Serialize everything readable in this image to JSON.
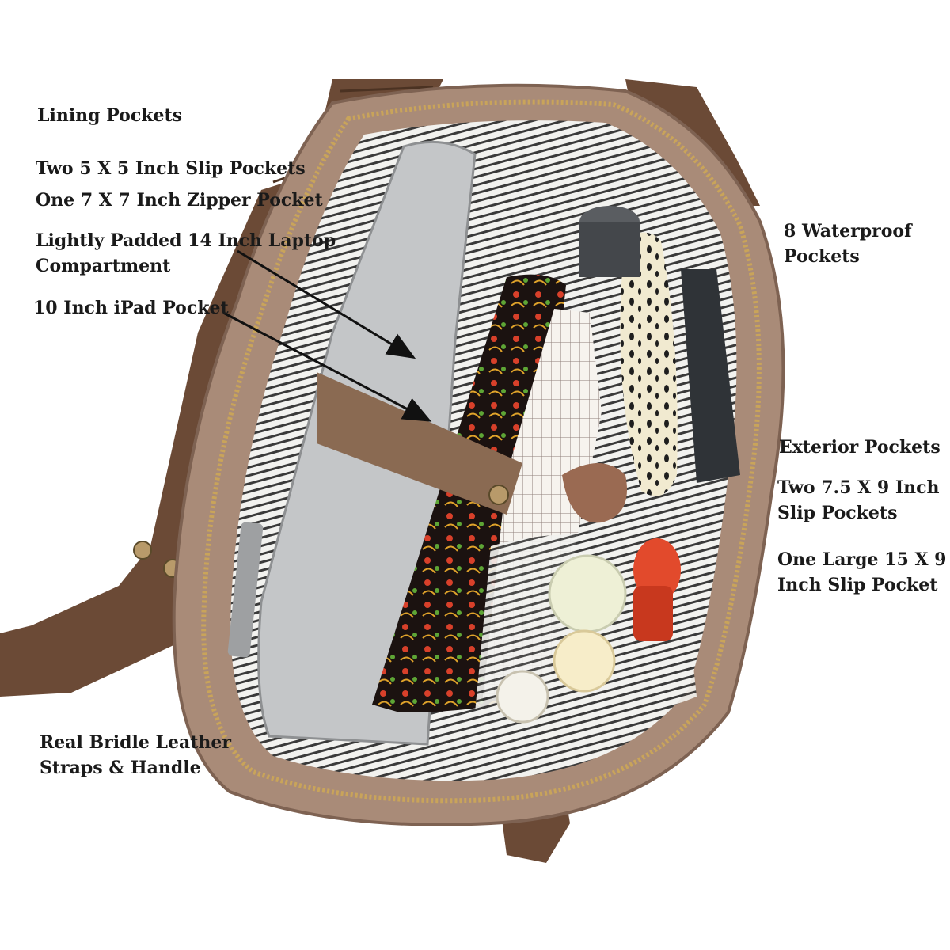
{
  "annotations": {
    "lining_pockets": "Lining Pockets",
    "slip_pockets_5x5": "Two 5 X 5 Inch Slip Pockets",
    "zipper_pocket_7x7": "One 7 X 7 Inch Zipper Pocket",
    "laptop_compartment": "Lightly Padded 14 Inch Laptop\nCompartment",
    "ipad_pocket": "10 Inch iPad Pocket",
    "waterproof_pockets": "8 Waterproof\nPockets",
    "exterior_pockets": "Exterior Pockets",
    "slip_pockets_7_5x9": "Two 7.5 X 9 Inch\nSlip Pockets",
    "large_slip_pocket": "One Large 15 X 9\nInch Slip Pocket",
    "bridle_leather": "Real Bridle Leather\nStraps & Handle"
  },
  "colors": {
    "leather_strap": "#6b4a36",
    "canvas_body": "#a98b78",
    "lining_stripe": "#3a3a3a",
    "zipper": "#c9a45a",
    "label_text": "#1a1a1a"
  }
}
